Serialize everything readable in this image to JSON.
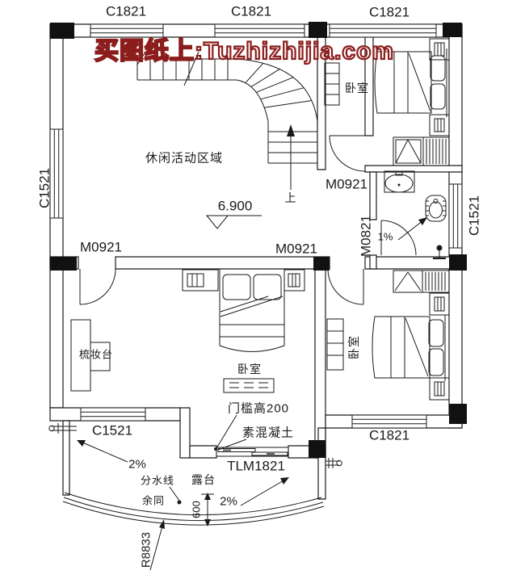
{
  "watermark": {
    "text": "买图纸上:Tuzhizhijia.com",
    "stroke_color": "#8b1d1d",
    "fill_color": "#fff6f6"
  },
  "colors": {
    "line": "#1a1a1a",
    "background": "#ffffff"
  },
  "windows": {
    "top1": "C1821",
    "top2": "C1821",
    "top3": "C1821",
    "left": "C1521",
    "right": "C1521",
    "bottom_left": "C1521",
    "bottom_right": "C1821"
  },
  "doors": {
    "hall": "M0921",
    "master": "M0921",
    "second": "M0921",
    "bath": "M0821",
    "terrace_slider": "TLM1821"
  },
  "rooms": {
    "leisure": "休闲活动区域",
    "bedroom_top_right": "卧室",
    "bedroom_master": "卧室",
    "bedroom_bottom_right": "卧室",
    "terrace": "露台",
    "dressing_table": "梳妆台"
  },
  "elevation": {
    "level": "6.900",
    "up": "上"
  },
  "notes": {
    "threshold": "门槛高200",
    "concrete": "素混凝土",
    "slope_left": "2%",
    "slope_bottom": "2%",
    "slope_bath": "1%",
    "divide_line": "分水线",
    "rest_same": "余同"
  },
  "dimensions": {
    "terrace_depth": "600",
    "radius": "R8833"
  }
}
